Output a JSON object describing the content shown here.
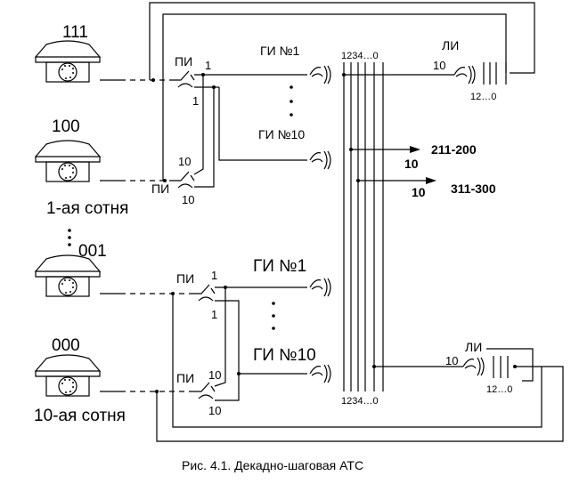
{
  "phones": {
    "p111": "111",
    "p100": "100",
    "p001": "001",
    "p000": "000"
  },
  "hundreds": {
    "first": "1-ая сотня",
    "tenth": "10-ая сотня"
  },
  "upper": {
    "pi1_label": "ПИ",
    "pi1_num": "1",
    "pi1_sub": "1",
    "pi2_label": "ПИ",
    "pi2_num": "10",
    "pi2_sub": "10",
    "gi1": "ГИ №1",
    "gi10": "ГИ №10",
    "bus_top": "1234…0",
    "li": "ЛИ",
    "li_num": "10",
    "li_contacts": "12…0",
    "route1_num": "10",
    "route1": "211-200",
    "route2_num": "10",
    "route2": "311-300"
  },
  "lower": {
    "pi1_label": "ПИ",
    "pi1_num": "1",
    "pi1_sub": "1",
    "pi2_label": "ПИ",
    "pi2_num": "10",
    "pi2_sub": "10",
    "gi1": "ГИ №1",
    "gi10": "ГИ №10",
    "bus_bottom": "1234…0",
    "li": "ЛИ",
    "li_num": "10",
    "li_contacts": "12…0"
  },
  "caption": "Рис. 4.1. Декадно-шаговая  АТС"
}
